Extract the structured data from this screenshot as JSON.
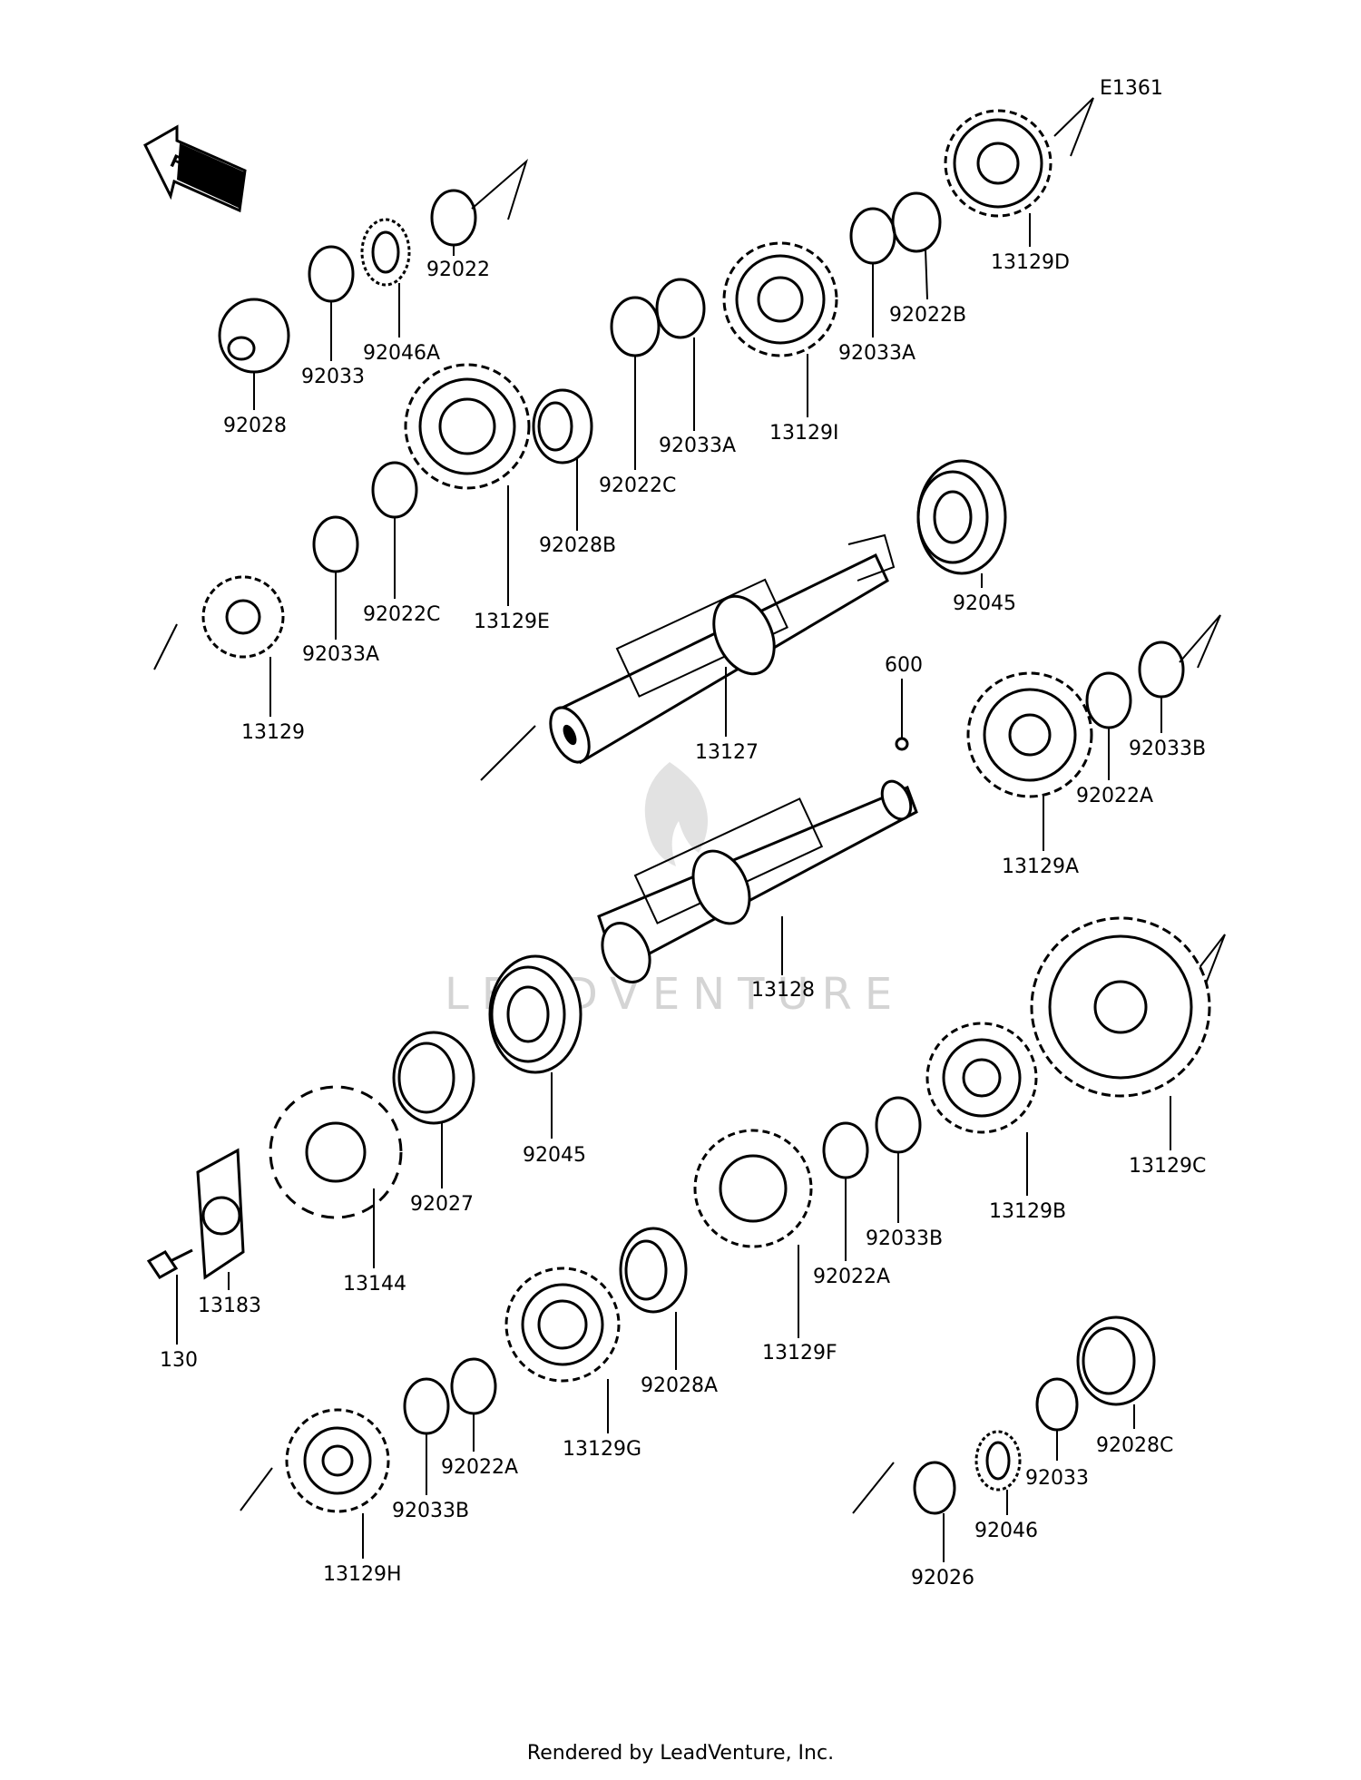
{
  "diagram_code": "E1361",
  "front_label": "FRONT",
  "watermark": "LEADVENTURE",
  "footer": "Rendered by LeadVenture, Inc.",
  "parts": {
    "p13129D": "13129D",
    "p92022B": "92022B",
    "p92033A_1": "92033A",
    "p13129I": "13129I",
    "p92033A_2": "92033A",
    "p92022C_1": "92022C",
    "p92028B": "92028B",
    "p13129E": "13129E",
    "p92022C_2": "92022C",
    "p92033A_3": "92033A",
    "p13129": "13129",
    "p92022": "92022",
    "p92046A": "92046A",
    "p92033": "92033",
    "p92028": "92028",
    "p92045_1": "92045",
    "p13127": "13127",
    "p600": "600",
    "p13128": "13128",
    "p92033B_1": "92033B",
    "p92022A_1": "92022A",
    "p13129A": "13129A",
    "p13129C": "13129C",
    "p13129B": "13129B",
    "p92033B_2": "92033B",
    "p92022A_2": "92022A",
    "p13129F": "13129F",
    "p92028A": "92028A",
    "p13129G": "13129G",
    "p92022A_3": "92022A",
    "p92033B_3": "92033B",
    "p13129H": "13129H",
    "p92045_2": "92045",
    "p92027": "92027",
    "p13144": "13144",
    "p13183": "13183",
    "p130": "130",
    "p92028C": "92028C",
    "p92033_2": "92033",
    "p92046": "92046",
    "p92026": "92026"
  }
}
